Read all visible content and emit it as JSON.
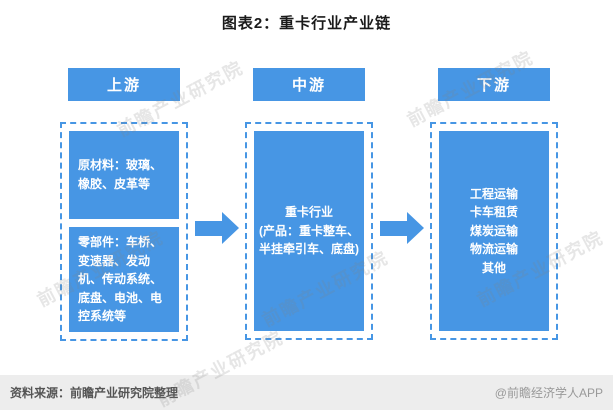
{
  "title": "图表2：重卡行业产业链",
  "columns": [
    {
      "header": "上游",
      "boxes": [
        "原材料：玻璃、橡胶、皮革等",
        "零部件：车桥、变速器、发动机、传动系统、底盘、电池、电控系统等"
      ]
    },
    {
      "header": "中游",
      "boxes": [
        "重卡行业\n(产品：重卡整车、\n半挂牵引车、底盘)"
      ]
    },
    {
      "header": "下游",
      "boxes": [
        "工程运输\n卡车租赁\n煤炭运输\n物流运输\n其他"
      ]
    }
  ],
  "footer": {
    "source": "资料来源：前瞻产业研究院整理",
    "brand": "@前瞻经济学人APP"
  },
  "watermark": "前瞻产业研究院",
  "colors": {
    "accent": "#4796E4",
    "footer_bg": "#EDEDED"
  }
}
